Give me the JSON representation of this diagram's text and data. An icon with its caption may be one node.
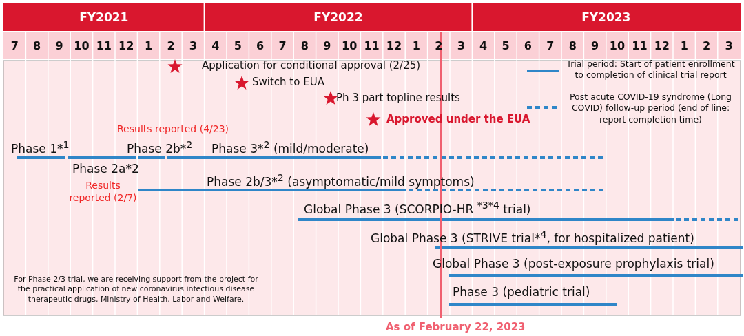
{
  "diagram": {
    "labels": [
      "FY2021",
      "FY2022",
      "FY2023",
      "7",
      "8",
      "9",
      "10",
      "11",
      "12",
      "1",
      "2",
      "3",
      "4",
      "5",
      "6",
      "7",
      "8",
      "9",
      "10",
      "11",
      "12",
      "1",
      "2",
      "3",
      "4",
      "5",
      "6",
      "7",
      "8",
      "9",
      "10",
      "11",
      "12",
      "1",
      "2",
      "3",
      "Application for conditional approval (2/25)",
      "Switch to EUA",
      "Ph 3 part topline results",
      "Approved under the EUA",
      "Results reported (4/23)",
      "Phase 1*$^{1}$",
      "Phase 2b*$^{2}$",
      "Phase 3*$^{2}$ (mild/moderate)",
      "Phase 2a*2",
      "Results reported (2/7)",
      "Phase 2b/3*$^{2}$ (asymptomatic/mild symptoms)",
      "Global Phase 3 (SCORPIO-HR $^{*3*4}$ trial)",
      "Global Phase 3 (STRIVE trial*$^{4}$, for hospitalized patient)",
      "Global Phase 3 (post-exposure prophylaxis trial)",
      "Phase 3 (pediatric trial)",
      "For Phase 2/3 trial, we are receiving support from the project for the practical application of new coronavirus infectious disease therapeutic drugs, Ministry of Health, Labor and Welfare.",
      "As of February 22, 2023"
    ],
    "legend": [
      {
        "text": "Trial period: Start of patient enrollment to completion of clinical trial report"
      },
      {
        "text": "Post acute COVID-19 syndrome (Long COVID) follow-up period (end of line: report completion time)"
      }
    ]
  }
}
